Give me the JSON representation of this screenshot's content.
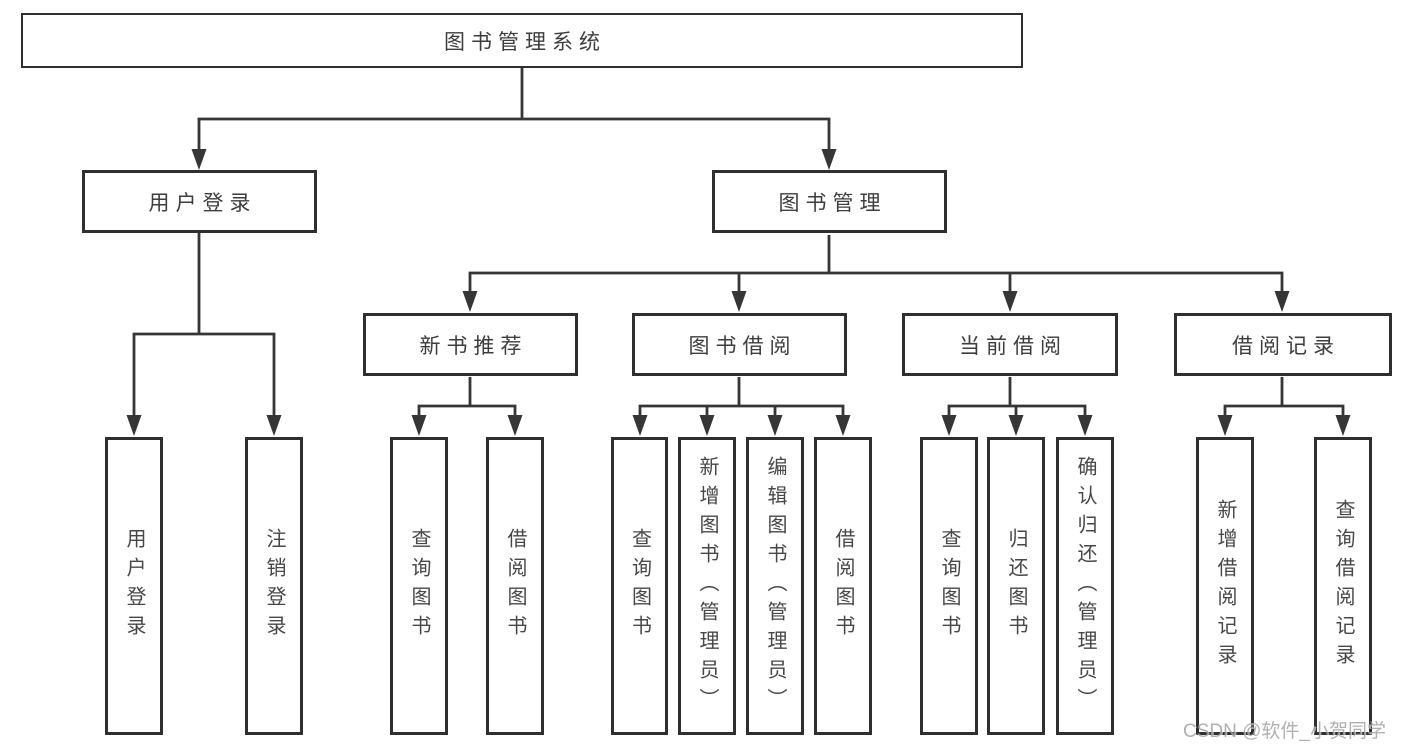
{
  "diagram": {
    "title": "图书管理系统",
    "type": "hierarchy-tree",
    "colors": {
      "line": "#363636",
      "box_border": "#2f2f2f",
      "text": "#3d3d3d",
      "background": "#ffffff",
      "watermark": "#a3a3a3"
    },
    "nodes": {
      "root": {
        "label": "图书管理系统"
      },
      "level2": [
        {
          "label": "用户登录",
          "parent": "图书管理系统"
        },
        {
          "label": "图书管理",
          "parent": "图书管理系统"
        }
      ],
      "level3": [
        {
          "label": "新书推荐",
          "parent": "图书管理"
        },
        {
          "label": "图书借阅",
          "parent": "图书管理"
        },
        {
          "label": "当前借阅",
          "parent": "图书管理"
        },
        {
          "label": "借阅记录",
          "parent": "图书管理"
        }
      ],
      "leaves": [
        {
          "label": "用户登录",
          "parent": "用户登录"
        },
        {
          "label": "注销登录",
          "parent": "用户登录"
        },
        {
          "label": "查询图书",
          "parent": "新书推荐"
        },
        {
          "label": "借阅图书",
          "parent": "新书推荐"
        },
        {
          "label": "查询图书",
          "parent": "图书借阅"
        },
        {
          "label": "新增图书（管理员）",
          "parent": "图书借阅"
        },
        {
          "label": "编辑图书（管理员）",
          "parent": "图书借阅"
        },
        {
          "label": "借阅图书",
          "parent": "图书借阅"
        },
        {
          "label": "查询图书",
          "parent": "当前借阅"
        },
        {
          "label": "归还图书",
          "parent": "当前借阅"
        },
        {
          "label": "确认归还（管理员）",
          "parent": "当前借阅"
        },
        {
          "label": "新增借阅记录",
          "parent": "借阅记录"
        },
        {
          "label": "查询借阅记录",
          "parent": "借阅记录"
        }
      ]
    },
    "watermark": "CSDN @软件_小贺同学"
  }
}
